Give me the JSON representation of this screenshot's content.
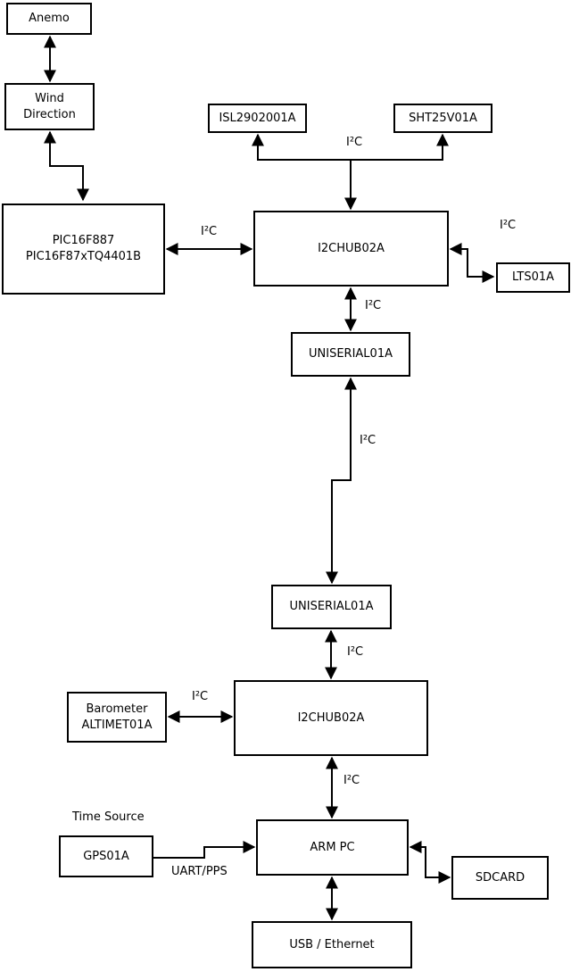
{
  "labels": {
    "i2c": "I²C",
    "uart_pps": "UART/PPS",
    "time_source": "Time Source"
  },
  "nodes": {
    "anemo": {
      "label": "Anemo"
    },
    "wind_direction": {
      "line1": "Wind",
      "line2": "Direction"
    },
    "pic": {
      "line1": "PIC16F887",
      "line2": "PIC16F87xTQ4401B"
    },
    "isl": {
      "label": "ISL2902001A"
    },
    "sht": {
      "label": "SHT25V01A"
    },
    "i2chub_top": {
      "label": "I2CHUB02A"
    },
    "lts": {
      "label": "LTS01A"
    },
    "uniserial_top": {
      "label": "UNISERIAL01A"
    },
    "uniserial_bottom": {
      "label": "UNISERIAL01A"
    },
    "barometer": {
      "line1": "Barometer",
      "line2": "ALTIMET01A"
    },
    "i2chub_bottom": {
      "label": "I2CHUB02A"
    },
    "gps": {
      "label": "GPS01A"
    },
    "arm_pc": {
      "label": "ARM PC"
    },
    "sdcard": {
      "label": "SDCARD"
    },
    "usb_ethernet": {
      "label": "USB / Ethernet"
    }
  },
  "colors": {
    "line": "#000000",
    "box_border": "#000000",
    "background": "#ffffff",
    "text": "#000000"
  }
}
